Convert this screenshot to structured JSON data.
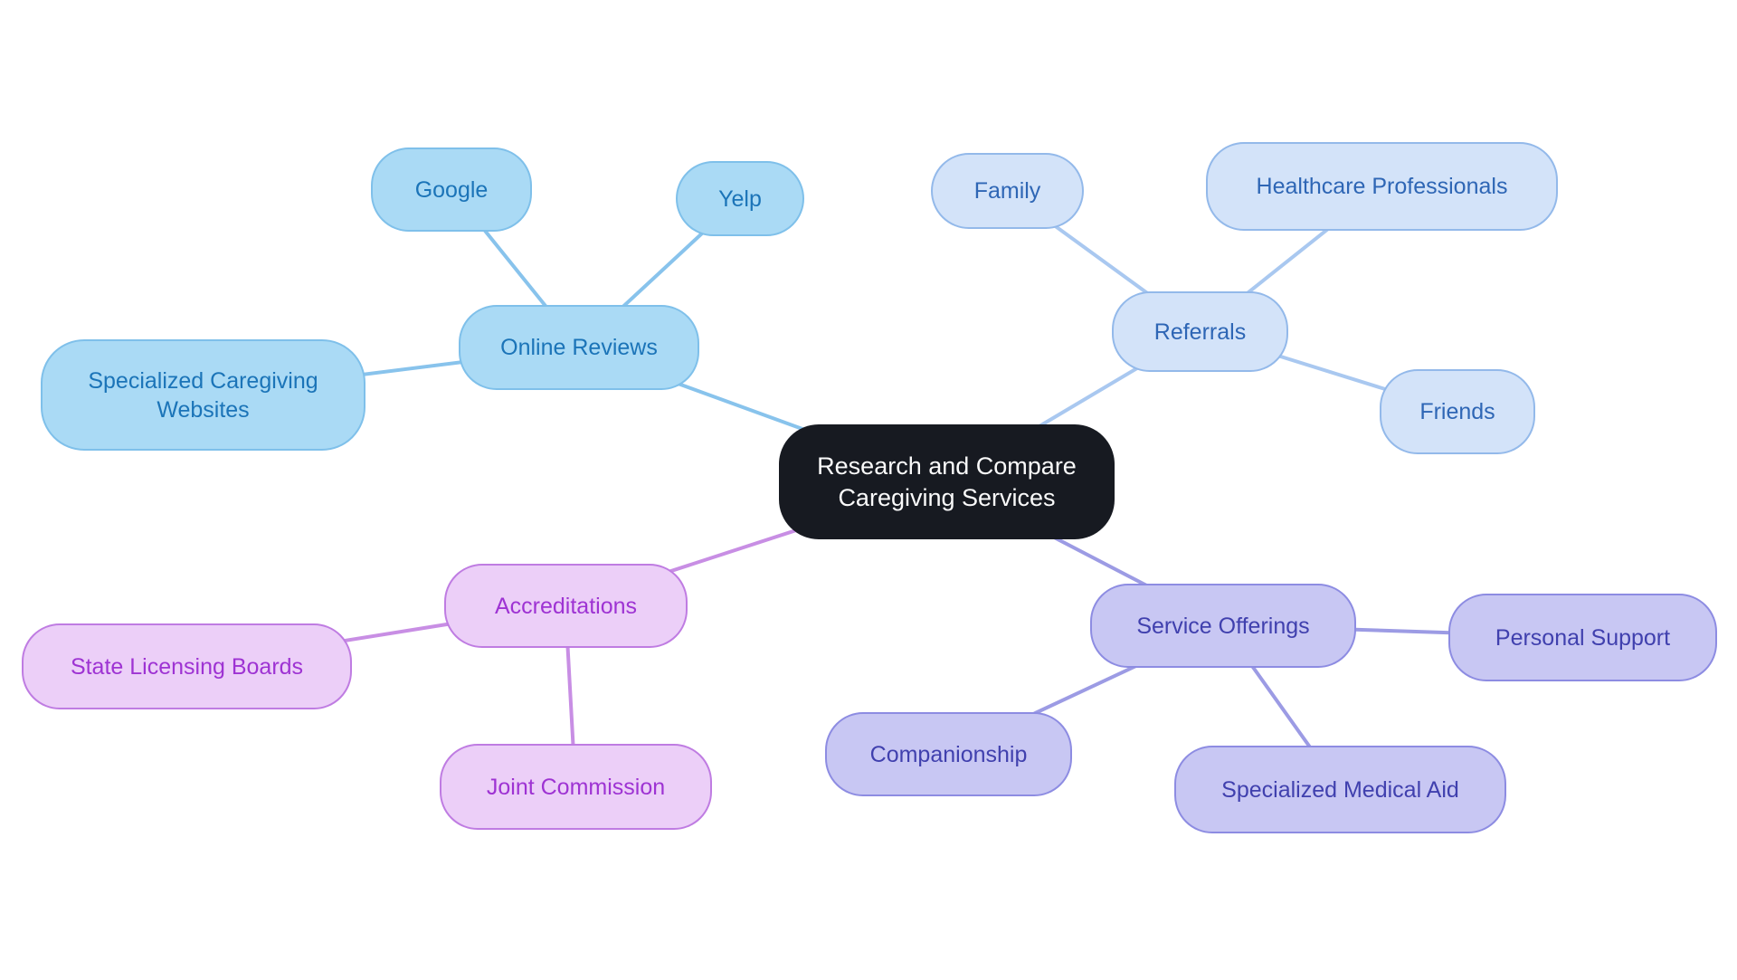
{
  "diagram": {
    "type": "mindmap",
    "background_color": "#ffffff",
    "root": {
      "label": "Research and Compare Caregiving Services",
      "bg_color": "#171a21",
      "text_color": "#fafafa"
    },
    "branches": [
      {
        "label": "Online Reviews",
        "fill_color": "#aadaf5",
        "border_color": "#7fc0ea",
        "text_color": "#1b74b8",
        "line_color": "#88c3ec",
        "children": [
          {
            "label": "Google"
          },
          {
            "label": "Yelp"
          },
          {
            "label": "Specialized Caregiving Websites"
          }
        ]
      },
      {
        "label": "Referrals",
        "fill_color": "#d3e3f9",
        "border_color": "#93b9ea",
        "text_color": "#2e66b5",
        "line_color": "#a9c8f0",
        "children": [
          {
            "label": "Family"
          },
          {
            "label": "Healthcare Professionals"
          },
          {
            "label": "Friends"
          }
        ]
      },
      {
        "label": "Accreditations",
        "fill_color": "#eccff8",
        "border_color": "#bf7ce2",
        "text_color": "#9e33d3",
        "line_color": "#c88ee4",
        "children": [
          {
            "label": "State Licensing Boards"
          },
          {
            "label": "Joint Commission"
          }
        ]
      },
      {
        "label": "Service Offerings",
        "fill_color": "#c8c7f3",
        "border_color": "#8d8ce2",
        "text_color": "#4040ae",
        "line_color": "#9c9be4",
        "children": [
          {
            "label": "Personal Support"
          },
          {
            "label": "Companionship"
          },
          {
            "label": "Specialized Medical Aid"
          }
        ]
      }
    ]
  }
}
